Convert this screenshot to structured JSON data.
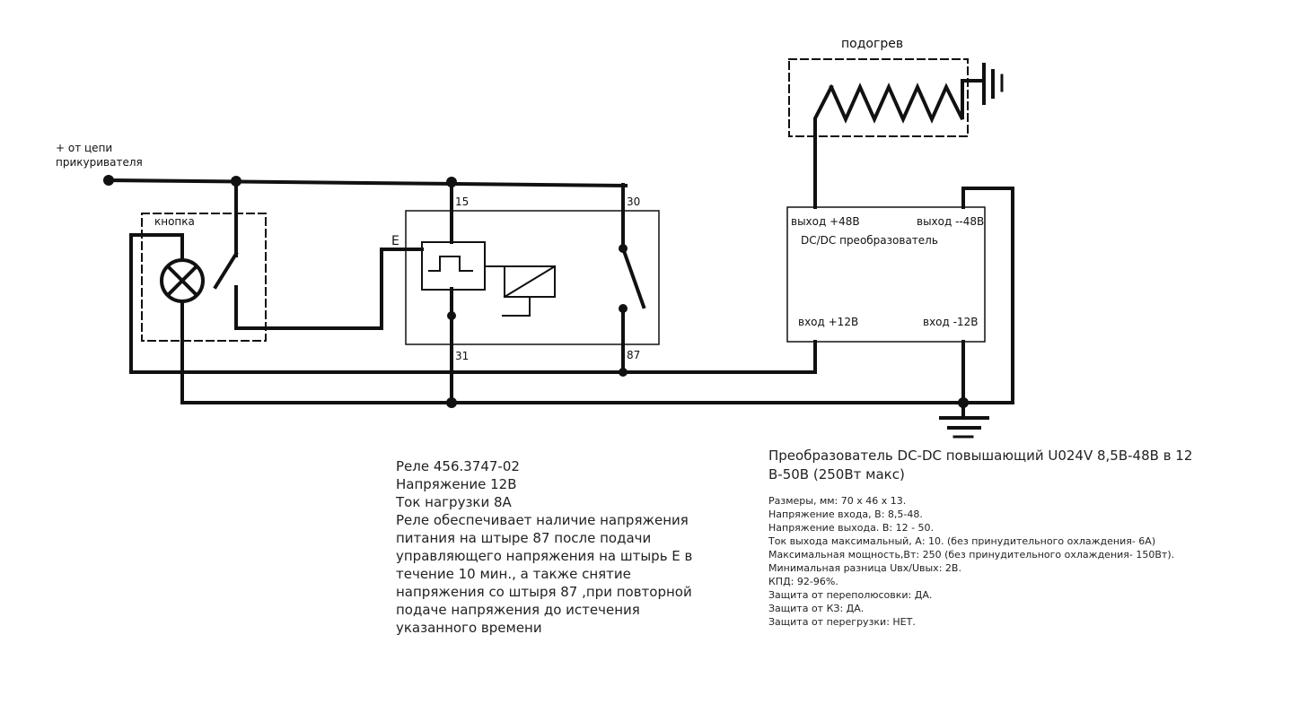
{
  "labels": {
    "source_plus": "+ от цепи",
    "source_line2": "прикуривателя",
    "button": "кнопка",
    "pin_e": "E",
    "pin_15": "15",
    "pin_30": "30",
    "pin_31": "31",
    "pin_87": "87",
    "heater": "подогрев",
    "conv_out_plus": "выход +48В",
    "conv_out_minus": "выход --48В",
    "conv_name": "DC/DC преобразователь",
    "conv_in_plus": "вход +12В",
    "conv_in_minus": "вход -12В"
  },
  "relay_note": {
    "lines": [
      "Реле 456.3747-02",
      "Напряжение 12В",
      "Ток нагрузки 8А",
      "Реле обеспечивает наличие напряжения",
      "питания на штыре 87 после подачи",
      "управляющего напряжения на штырь Е в",
      "течение 10 мин., а также снятие",
      "напряжения со штыря 87 ,при повторной",
      "подаче напряжения до истечения",
      "указанного времени"
    ]
  },
  "converter_note": {
    "title_line1": "Преобразователь DC-DC повышающий U024V 8,5В-48В в 12",
    "title_line2": "В-50В (250Вт макс)",
    "specs": [
      "Размеры, мм: 70 х 46 х 13.",
      "Напряжение входа, В: 8,5-48.",
      "Напряжение выхода. В: 12 - 50.",
      "Ток выхода максимальный, А: 10. (без принудительного охлаждения- 6А)",
      "Максимальная мощность,Вт: 250 (без принудительного охлаждения- 150Вт).",
      "Минимальная разница Uвх/Uвых: 2В.",
      "КПД: 92-96%.",
      "Защита от переполюсовки: ДА.",
      "Защита от КЗ: ДА.",
      "Защита от перегрузки: НЕТ."
    ]
  }
}
